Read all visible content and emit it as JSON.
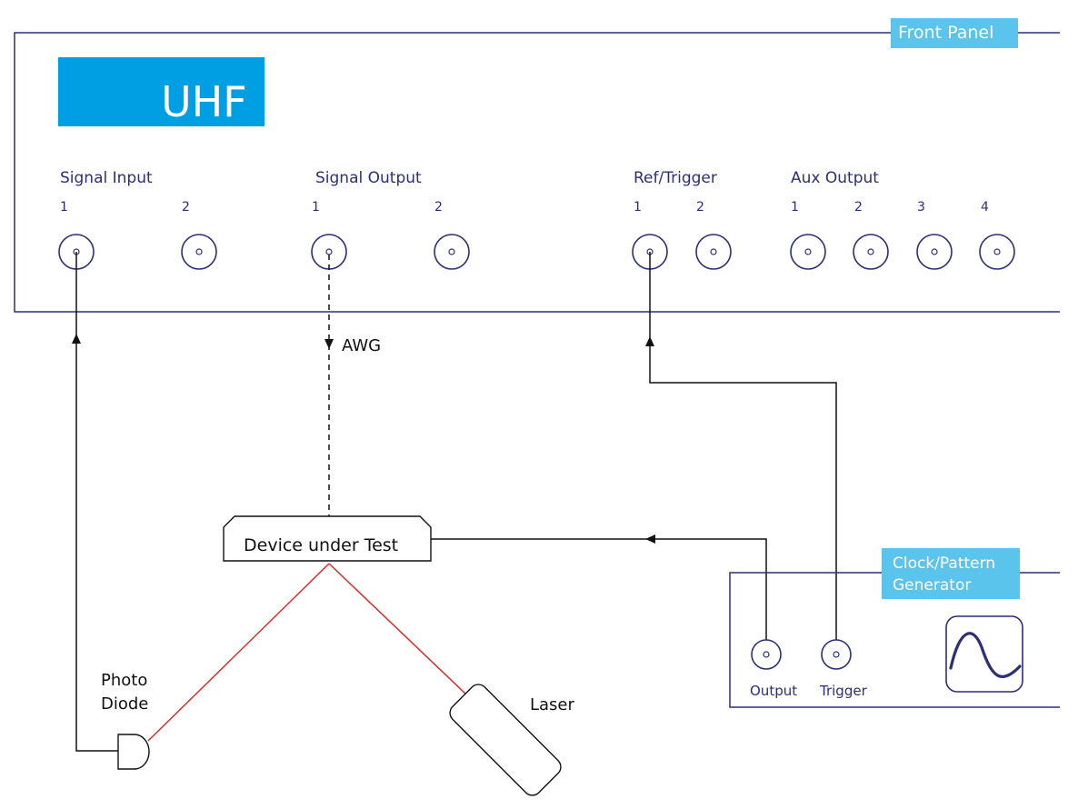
{
  "colors": {
    "panel_border": "#2b2f7a",
    "badge": "#5bc4ec",
    "logo_bg": "#009fe3",
    "laser_beam": "#e8201a",
    "wire": "#111111"
  },
  "front_panel": {
    "badge": "Front Panel",
    "logo": "UHF",
    "groups": {
      "signal_input": {
        "label": "Signal Input",
        "ch1": "1",
        "ch2": "2"
      },
      "signal_output": {
        "label": "Signal Output",
        "ch1": "1",
        "ch2": "2"
      },
      "ref_trigger": {
        "label": "Ref/Trigger",
        "ch1": "1",
        "ch2": "2"
      },
      "aux_output": {
        "label": "Aux Output",
        "ch1": "1",
        "ch2": "2",
        "ch3": "3",
        "ch4": "4"
      }
    }
  },
  "awg_label": "AWG",
  "dut_label": "Device under Test",
  "photo_diode": {
    "line1": "Photo",
    "line2": "Diode"
  },
  "laser_label": "Laser",
  "generator": {
    "badge_line1": "Clock/Pattern",
    "badge_line2": "Generator",
    "output_label": "Output",
    "trigger_label": "Trigger",
    "icon": "sine-wave-icon"
  }
}
